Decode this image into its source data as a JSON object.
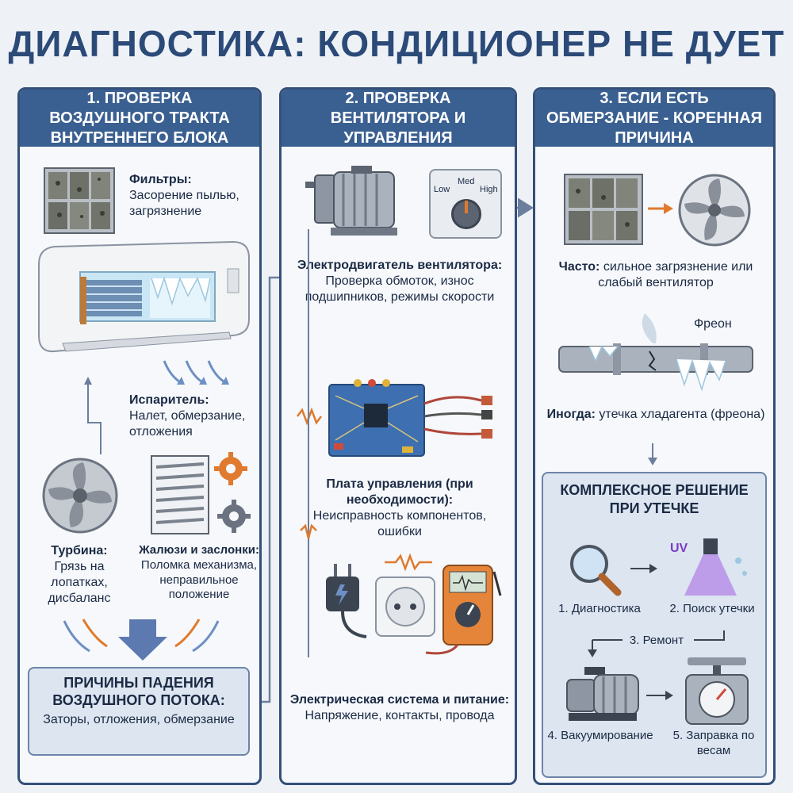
{
  "title": "ДИАГНОСТИКА: КОНДИЦИОНЕР НЕ ДУЕТ",
  "col1": {
    "header": "1. Проверка воздушного тракта внутреннего блока",
    "filters_title": "Фильтры:",
    "filters_text": "Засорение пылью, загрязнение",
    "evap_title": "Испаритель:",
    "evap_text": "Налет, обмерзание, отложения",
    "turbine_title": "Турбина:",
    "turbine_text": "Грязь на лопатках, дисбаланс",
    "louvers_title": "Жалюзи и заслонки:",
    "louvers_text": "Поломка механизма, неправильное положение",
    "summary_title": "ПРИЧИНЫ ПАДЕНИЯ ВОЗДУШНОГО ПОТОКА:",
    "summary_text": "Заторы, отложения, обмерзание"
  },
  "col2": {
    "header": "2. Проверка вентилятора и управления",
    "speed_low": "Low",
    "speed_med": "Med",
    "speed_high": "High",
    "motor_title": "Электродвигатель вентилятора:",
    "motor_text": "Проверка обмоток, износ подшипников, режимы скорости",
    "board_title": "Плата управления (при необходимости):",
    "board_text": "Неисправность компонентов, ошибки",
    "power_title": "Электрическая система и питание:",
    "power_text": "Напряжение, контакты, провода"
  },
  "col3": {
    "header": "3. Если есть обмерзание - коренная причина",
    "often_title": "Часто:",
    "often_text": "сильное загрязнение или слабый вентилятор",
    "freon_label": "Фреон",
    "sometimes_title": "Иногда:",
    "sometimes_text": "утечка хладагента (фреона)",
    "solution_title": "КОМПЛЕКСНОЕ РЕШЕНИЕ ПРИ УТЕЧКЕ",
    "uv_label": "UV",
    "step1": "1. Диагностика",
    "step2": "2. Поиск утечки",
    "step3": "3. Ремонт",
    "step4": "4. Вакуумирование",
    "step5": "5. Заправка по весам"
  },
  "colors": {
    "title": "#2c4a78",
    "header_bg": "#3a5f91",
    "panel_border": "#34507a",
    "arrow_blue": "#6d8fc4",
    "arrow_orange": "#e07a2e"
  }
}
